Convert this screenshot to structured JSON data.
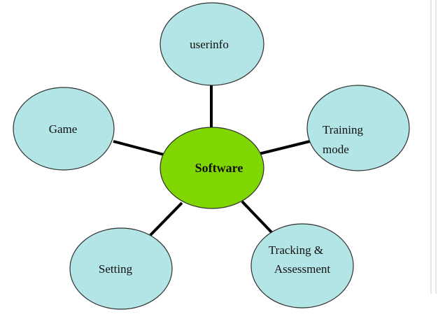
{
  "diagram": {
    "center": {
      "label": "Software",
      "color": "#7fd600"
    },
    "node_color": "#b3e5e6",
    "nodes": {
      "userinfo": {
        "lines": [
          "userinfo"
        ]
      },
      "training": {
        "lines": [
          "Training",
          "mode"
        ]
      },
      "tracking": {
        "lines": [
          "Tracking &",
          "Assessment"
        ]
      },
      "setting": {
        "lines": [
          "Setting"
        ]
      },
      "game": {
        "lines": [
          "Game"
        ]
      }
    }
  }
}
